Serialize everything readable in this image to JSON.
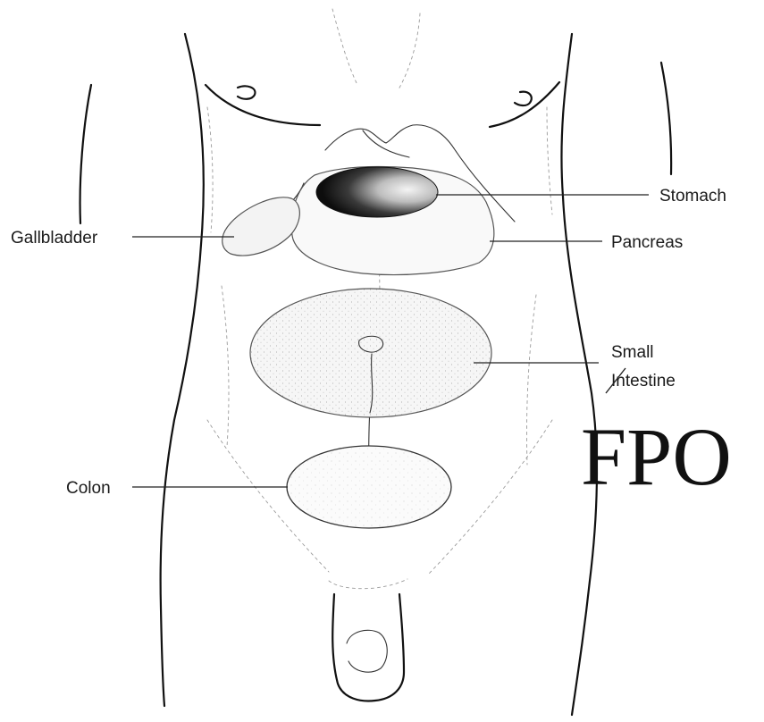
{
  "labels": {
    "stomach": "Stomach",
    "gallbladder": "Gallbladder",
    "pancreas": "Pancreas",
    "small_intestine_line1": "Small",
    "small_intestine_line2": "Intestine",
    "colon": "Colon"
  },
  "placeholder_mark": "FPO",
  "colors": {
    "stomach_dark": "#111111",
    "stomach_light": "#f2f2f2",
    "organ_fill": "#eeeeee",
    "outline": "#111111"
  }
}
